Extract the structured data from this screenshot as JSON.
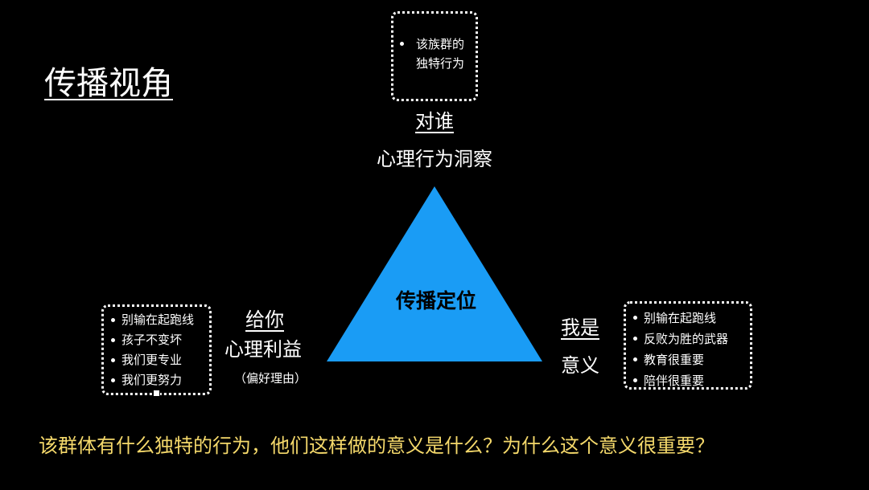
{
  "title": "传播视角",
  "top": {
    "bullets": [
      "该族群的",
      "独特行为"
    ],
    "who_label": "对谁",
    "insight_label": "心理行为洞察"
  },
  "center": {
    "label": "传播定位",
    "triangle_color": "#1a9cf5"
  },
  "left": {
    "bullets": [
      "别输在起跑线",
      "孩子不变坏",
      "我们更专业",
      "我们更努力"
    ],
    "give_label": "给你",
    "benefit_label": "心理利益",
    "reason_label": "（偏好理由）"
  },
  "right": {
    "bullets": [
      "别输在起跑线",
      "反败为胜的武器",
      "教育很重要",
      "陪伴很重要"
    ],
    "iam_label": "我是",
    "meaning_label": "意义"
  },
  "bottom_question": "该群体有什么独特的行为，他们这样做的意义是什么？为什么这个意义很重要？",
  "colors": {
    "background": "#000000",
    "text": "#ffffff",
    "question": "#f5d96b"
  }
}
